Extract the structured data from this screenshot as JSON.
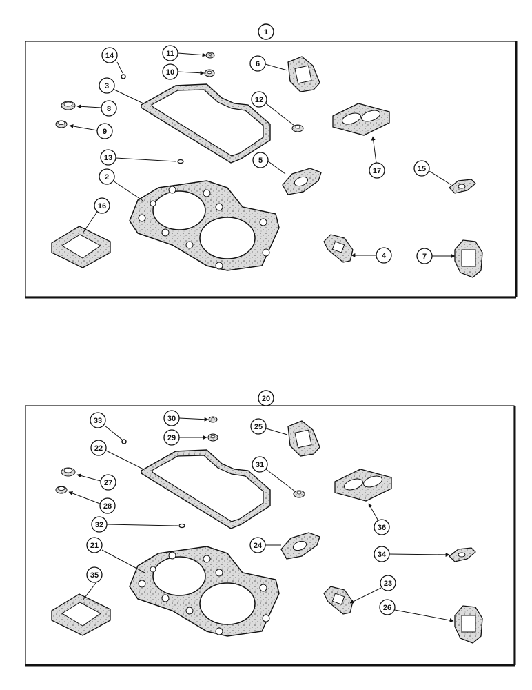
{
  "kits": [
    {
      "kit_number": "1",
      "callouts": [
        "14",
        "11",
        "10",
        "6",
        "3",
        "8",
        "9",
        "12",
        "13",
        "5",
        "17",
        "15",
        "2",
        "16",
        "4",
        "7"
      ]
    },
    {
      "kit_number": "20",
      "callouts": [
        "33",
        "30",
        "29",
        "25",
        "22",
        "27",
        "28",
        "31",
        "32",
        "24",
        "36",
        "34",
        "21",
        "35",
        "23",
        "26"
      ]
    }
  ]
}
